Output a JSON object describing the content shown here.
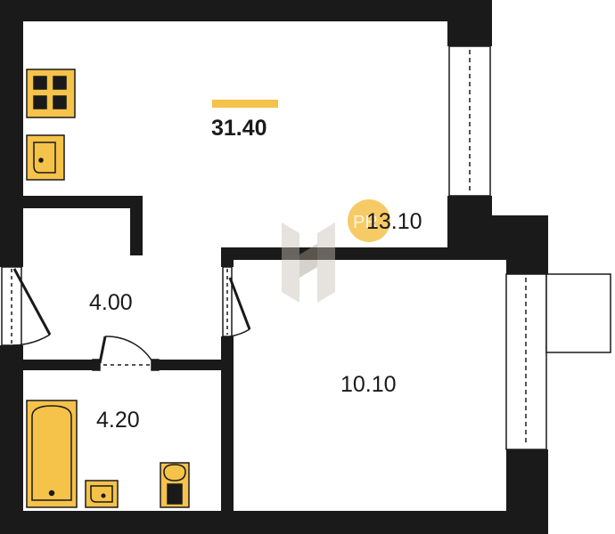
{
  "plan": {
    "total_area": "31.40",
    "rooms": {
      "living": "13.10",
      "hall": "4.00",
      "bath": "4.20",
      "balcony": "10.10"
    },
    "colors": {
      "wall": "#1a1a1a",
      "fixture": "#f5c24a",
      "fixture_stroke": "#1a1a1a",
      "accent": "#f5c24a",
      "badge": "#f5c24a",
      "watermark": "#c9bfb5"
    },
    "badge_text": "PR"
  }
}
